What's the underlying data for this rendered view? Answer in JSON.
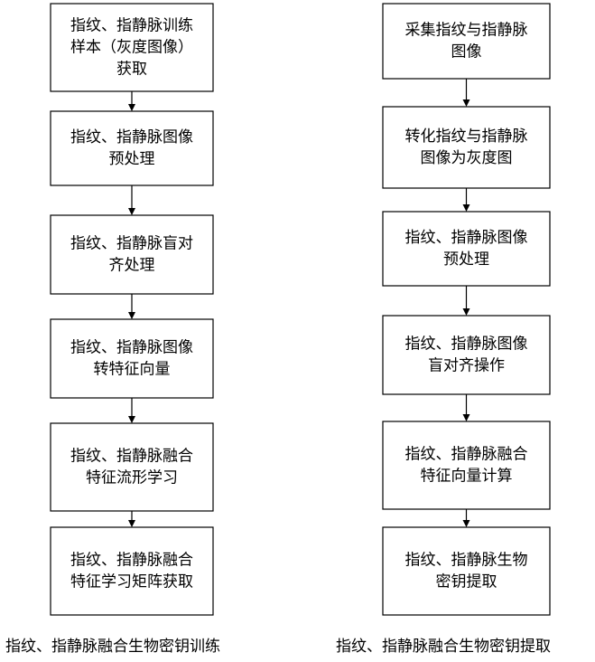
{
  "left_flow": {
    "caption": "指纹、指静脉融合生物密钥训练",
    "steps": [
      {
        "lines": [
          "指纹、指静脉训练",
          "样本（灰度图像）",
          "获取"
        ]
      },
      {
        "lines": [
          "指纹、指静脉图像",
          "预处理"
        ]
      },
      {
        "lines": [
          "指纹、指静脉盲对",
          "齐处理"
        ]
      },
      {
        "lines": [
          "指纹、指静脉图像",
          "转特征向量"
        ]
      },
      {
        "lines": [
          "指纹、指静脉融合",
          "特征流形学习"
        ]
      },
      {
        "lines": [
          "指纹、指静脉融合",
          "特征学习矩阵获取"
        ]
      }
    ]
  },
  "right_flow": {
    "caption": "指纹、指静脉融合生物密钥提取",
    "steps": [
      {
        "lines": [
          "采集指纹与指静脉",
          "图像"
        ]
      },
      {
        "lines": [
          "转化指纹与指静脉",
          "图像为灰度图"
        ]
      },
      {
        "lines": [
          "指纹、指静脉图像",
          "预处理"
        ]
      },
      {
        "lines": [
          "指纹、指静脉图像",
          "盲对齐操作"
        ]
      },
      {
        "lines": [
          "指纹、指静脉融合",
          "特征向量计算"
        ]
      },
      {
        "lines": [
          "指纹、指静脉生物",
          "密钥提取"
        ]
      }
    ]
  }
}
